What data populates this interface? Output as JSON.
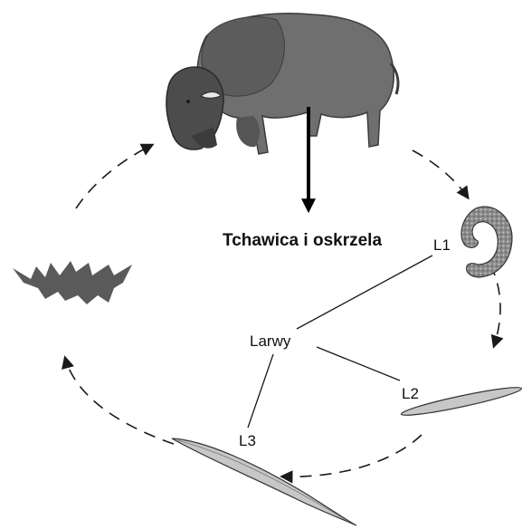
{
  "labels": {
    "organ": "Tchawica i oskrzela",
    "larvae": "Larwy",
    "l1": "L1",
    "l2": "L2",
    "l3": "L3"
  },
  "colors": {
    "animal": "#6f6f6f",
    "animal_dark": "#3c3c3c",
    "grass": "#5a5a5a",
    "egg_fill": "#8c8c8c",
    "larva_fill": "#c7c7c7",
    "line": "#1a1a1a"
  },
  "icons": {
    "host": "bison-icon",
    "first_stage": "coiled-larva-icon",
    "second_stage": "larva-l2-icon",
    "third_stage": "larva-l3-icon",
    "pasture": "grass-icon"
  }
}
